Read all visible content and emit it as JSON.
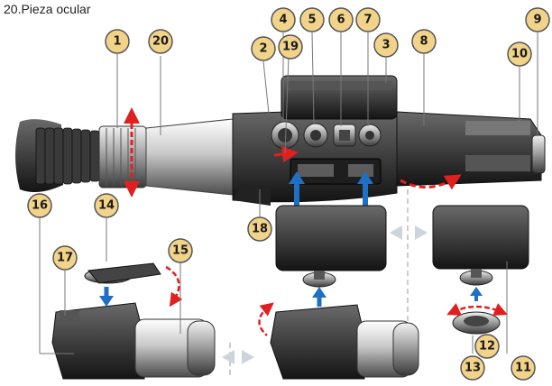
{
  "caption": "20.Pieza ocular",
  "callouts": [
    "1",
    "2",
    "3",
    "4",
    "5",
    "6",
    "7",
    "8",
    "9",
    "10",
    "11",
    "12",
    "13",
    "14",
    "15",
    "16",
    "17",
    "18",
    "19",
    "20"
  ],
  "colors": {
    "callout_fill": "#f2d38a",
    "callout_stroke": "#555555",
    "arrow_blue": "#1f6fc4",
    "arrow_red": "#e02020",
    "arrow_gray": "#cfd4dc",
    "device_dark": "#2b2b2b",
    "device_mid": "#7a7a7a",
    "device_light": "#d8d8d8"
  }
}
